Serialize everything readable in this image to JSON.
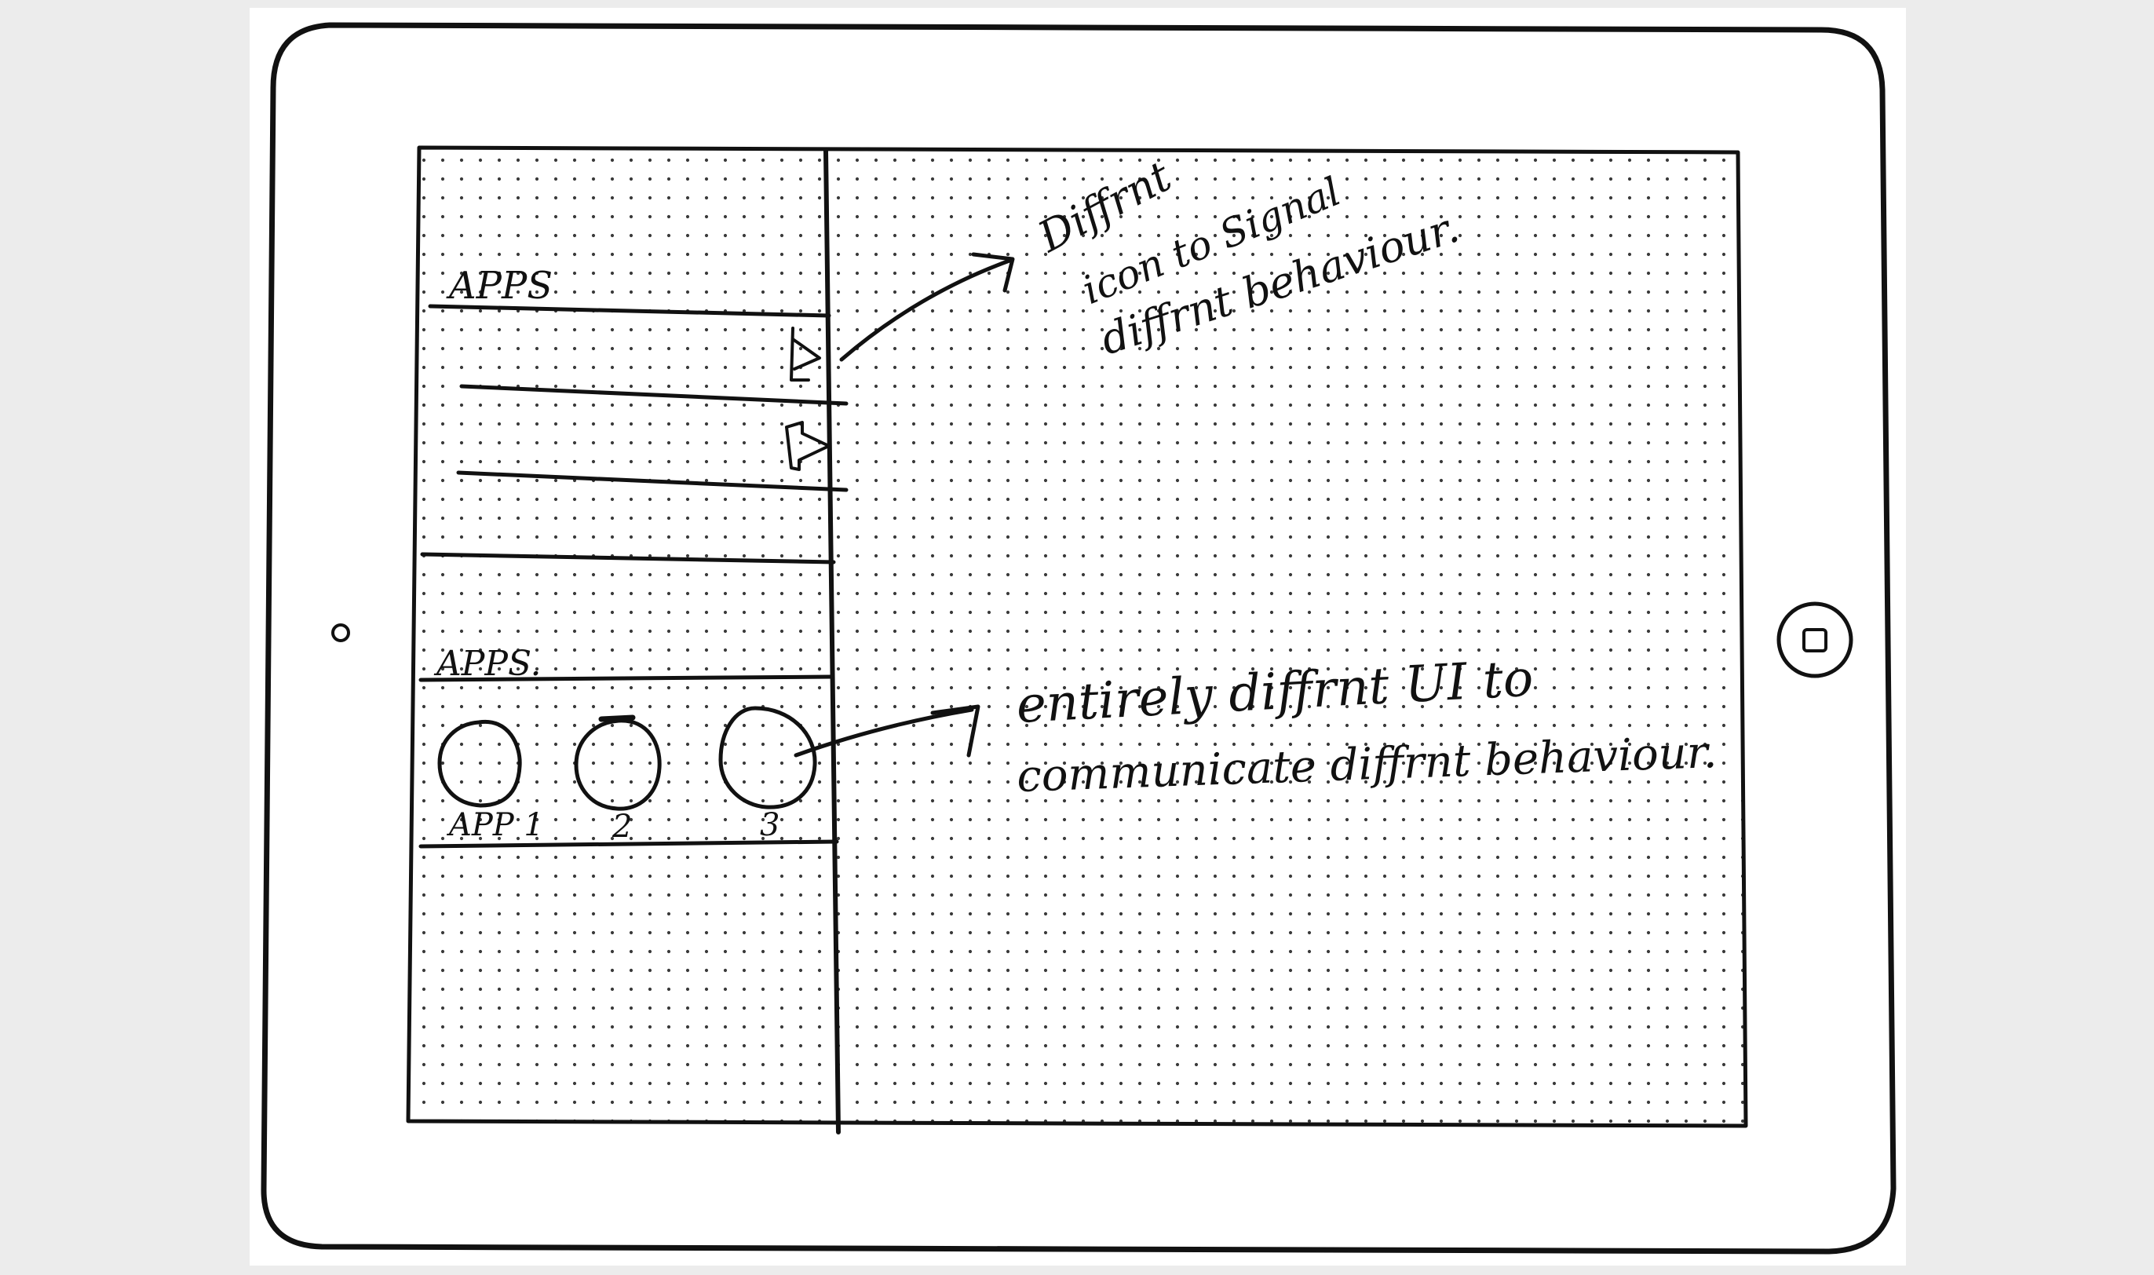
{
  "device": {
    "type": "tablet",
    "orientation": "landscape"
  },
  "sidebar": {
    "section_1": {
      "heading": "APPS",
      "list_row_count": 3
    },
    "section_2": {
      "heading": "APPS.",
      "apps": [
        {
          "label": "APP 1"
        },
        {
          "label": "2"
        },
        {
          "label": "3"
        }
      ]
    }
  },
  "annotations": {
    "top": {
      "lines": [
        "Diffrnt",
        "icon to Signal",
        "diffrnt behaviour."
      ]
    },
    "bottom": {
      "lines": [
        "entirely diffrnt UI to",
        "communicate diffrnt behaviour."
      ]
    }
  }
}
